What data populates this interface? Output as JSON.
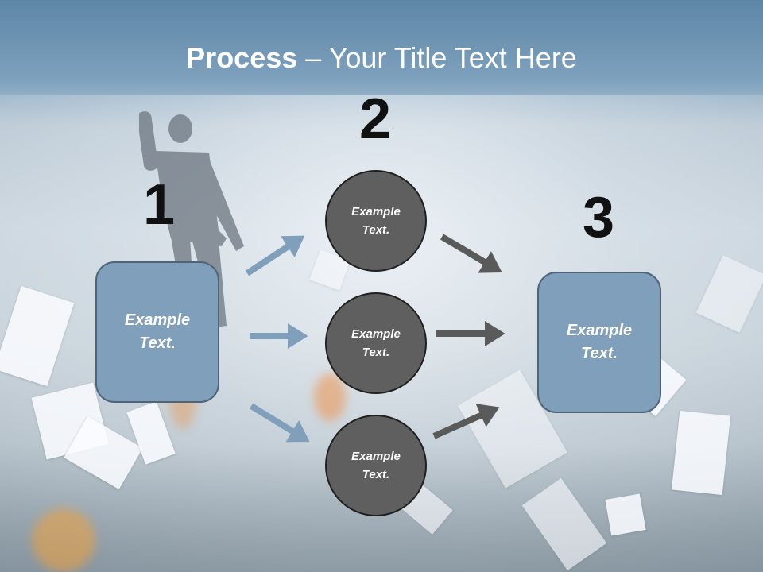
{
  "title": {
    "bold": "Process",
    "rest": " – Your Title Text Here"
  },
  "steps": {
    "one": {
      "number": "1",
      "label": "Example\nText."
    },
    "two": {
      "number": "2"
    },
    "three": {
      "number": "3",
      "label": "Example\nText."
    }
  },
  "circles": [
    {
      "label": "Example\nText."
    },
    {
      "label": "Example\nText."
    },
    {
      "label": "Example\nText."
    }
  ],
  "colors": {
    "box_fill": "#7f9fbb",
    "circle_fill": "#5f5f5f",
    "blue_arrow": "#7f9fbb",
    "gray_arrow": "#5a5a5a",
    "title_text": "#ffffff"
  }
}
